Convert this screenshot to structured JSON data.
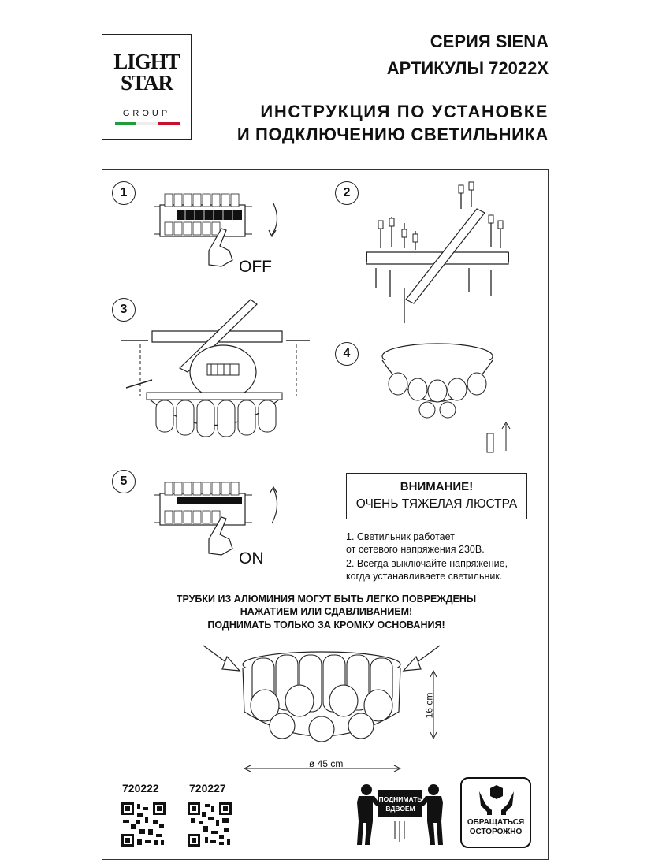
{
  "logo": {
    "line1": "LIGHT",
    "line2": "STAR",
    "line3": "GROUP",
    "flag_colors": [
      "#1f9d3a",
      "#ffffff",
      "#c8102e"
    ]
  },
  "header": {
    "series": "СЕРИЯ SIENA",
    "articles": "АРТИКУЛЫ 72022X",
    "title_line1": "ИНСТРУКЦИЯ ПО УСТАНОВКЕ",
    "title_line2": "И ПОДКЛЮЧЕНИЮ СВЕТИЛЬНИКА"
  },
  "steps": [
    {
      "number": "1",
      "label": "OFF"
    },
    {
      "number": "2"
    },
    {
      "number": "3"
    },
    {
      "number": "4"
    },
    {
      "number": "5",
      "label": "ON"
    }
  ],
  "warning": {
    "title": "ВНИМАНИЕ!",
    "subtitle": "ОЧЕНЬ ТЯЖЕЛАЯ ЛЮСТРА"
  },
  "notes": [
    "1. Светильник работает",
    "от сетевого напряжения 230В.",
    "2. Всегда выключайте напряжение,",
    "когда устанавливаете светильник."
  ],
  "caution": [
    "ТРУБКИ ИЗ АЛЮМИНИЯ МОГУТ БЫТЬ ЛЕГКО ПОВРЕЖДЕНЫ",
    "НАЖАТИЕМ ИЛИ СДАВЛИВАНИЕМ!",
    "ПОДНИМАТЬ ТОЛЬКО ЗА КРОМКУ ОСНОВАНИЯ!"
  ],
  "dimensions": {
    "height": "16 cm",
    "diameter": "ø 45 cm"
  },
  "articles_qr": [
    "720222",
    "720227"
  ],
  "lift_sign": {
    "line1": "ПОДНИМАТЬ",
    "line2": "ВДВОЕМ"
  },
  "care_sign": {
    "line1": "ОБРАЩАТЬСЯ",
    "line2": "ОСТОРОЖНО"
  },
  "icons": [
    "breaker-icon",
    "hand-icon",
    "rotate-arrow-icon",
    "up-arrow-icon",
    "pointer-arrow-icon",
    "people-lifting-icon",
    "fragile-box-icon",
    "qr-code-icon"
  ]
}
